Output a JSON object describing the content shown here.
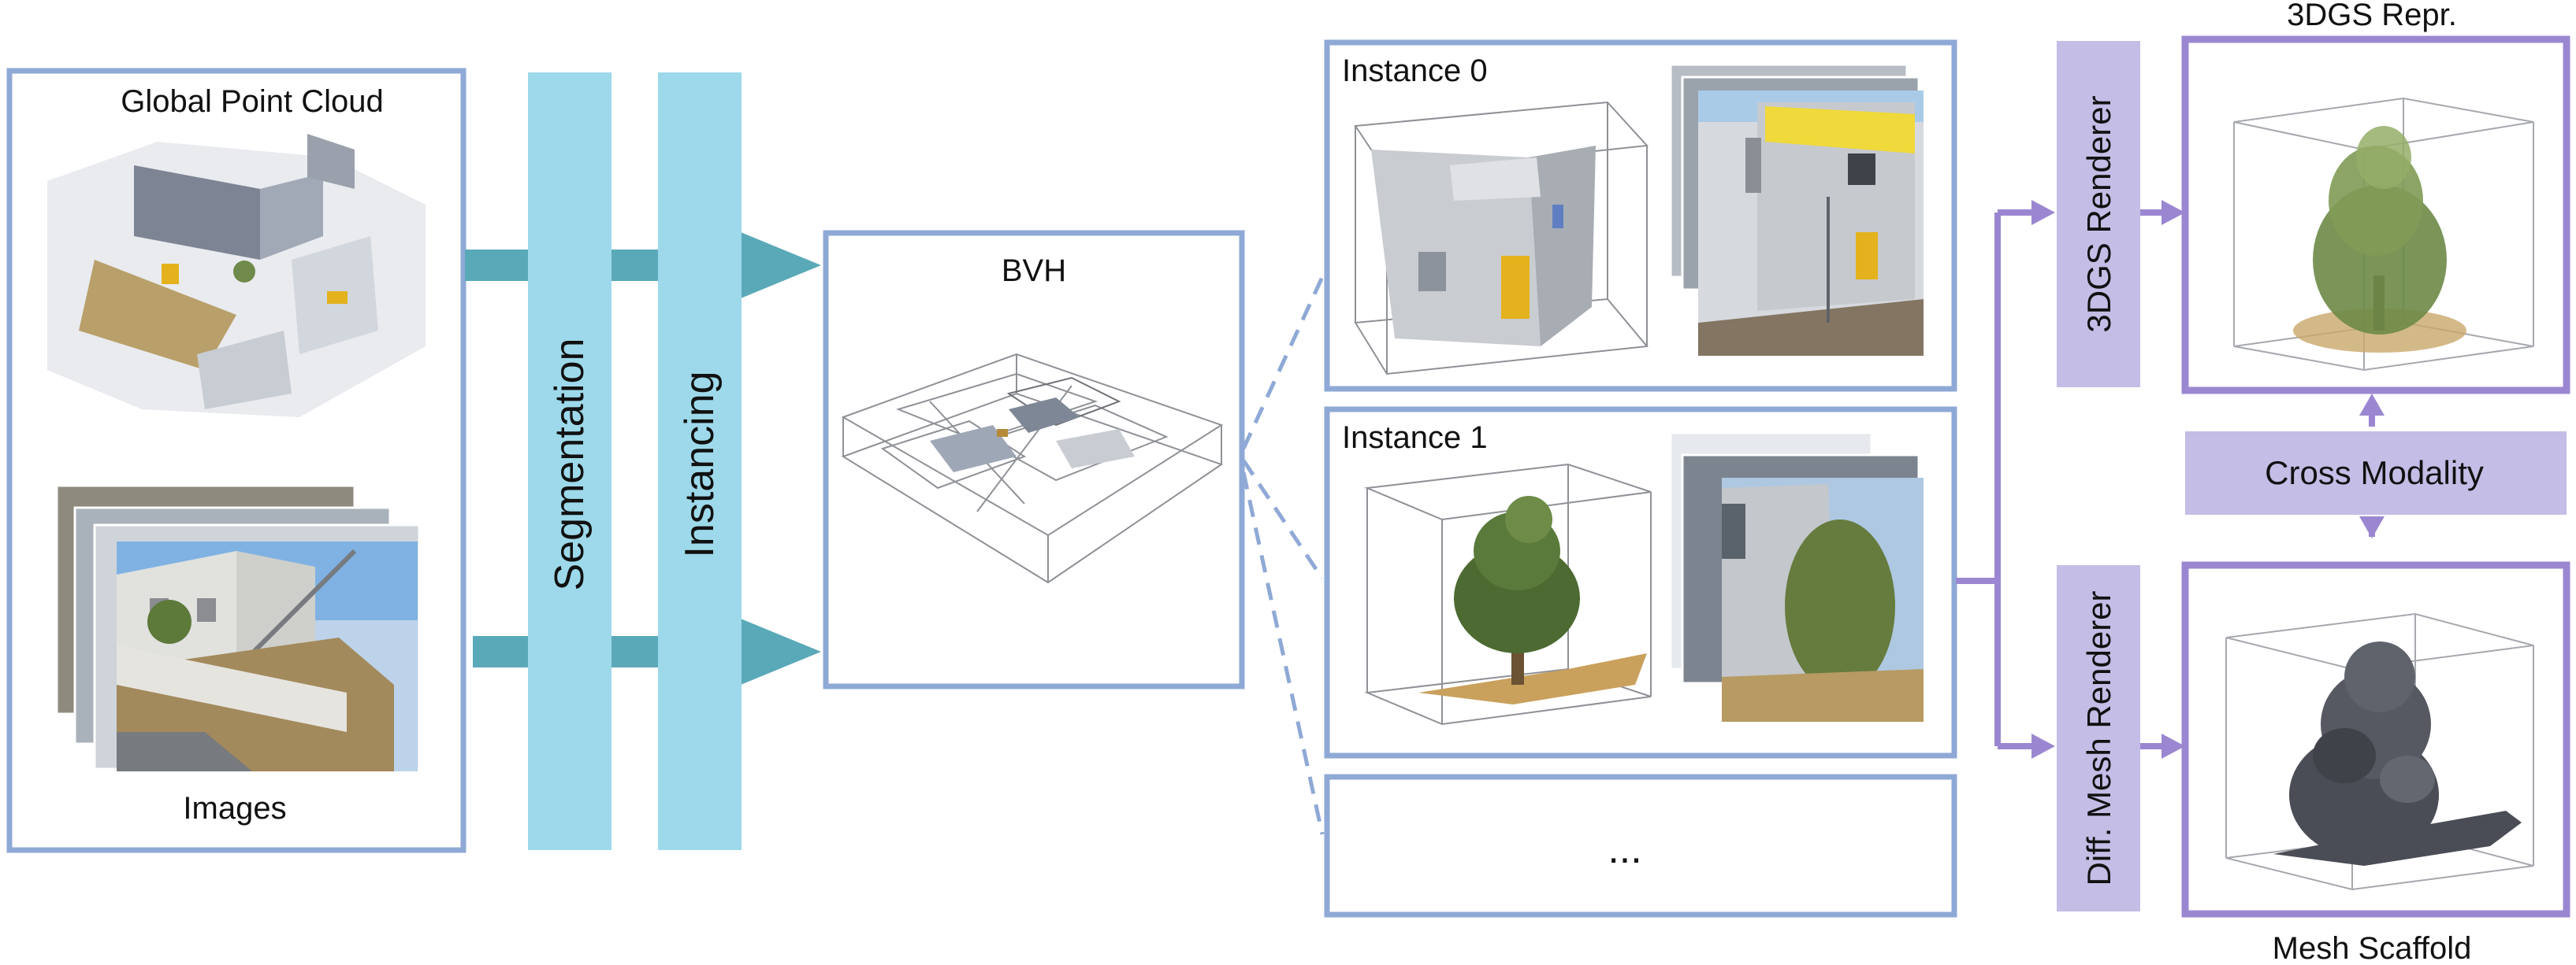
{
  "left_panel": {
    "point_cloud_label": "Global Point Cloud",
    "images_label": "Images"
  },
  "pipeline": {
    "segmentation_label": "Segmentation",
    "instancing_label": "Instancing"
  },
  "bvh": {
    "label": "BVH"
  },
  "instances": {
    "instance0_label": "Instance 0",
    "instance1_label": "Instance 1",
    "more_label": "..."
  },
  "renderers": {
    "gs_renderer_label": "3DGS Renderer",
    "mesh_renderer_label": "Diff. Mesh Renderer"
  },
  "outputs": {
    "gs_repr_label": "3DGS Repr.",
    "cross_modality_label": "Cross Modality",
    "mesh_scaffold_label": "Mesh Scaffold"
  },
  "colors": {
    "box_blue": "#8fa9d6",
    "bar_cyan": "#9dd9ea",
    "arrow_teal": "#5aa9b8",
    "purple_box": "#c4bde6",
    "purple_line": "#9b87d1",
    "tree_green": "#5c7a3a",
    "mesh_dark": "#4a4d55"
  }
}
